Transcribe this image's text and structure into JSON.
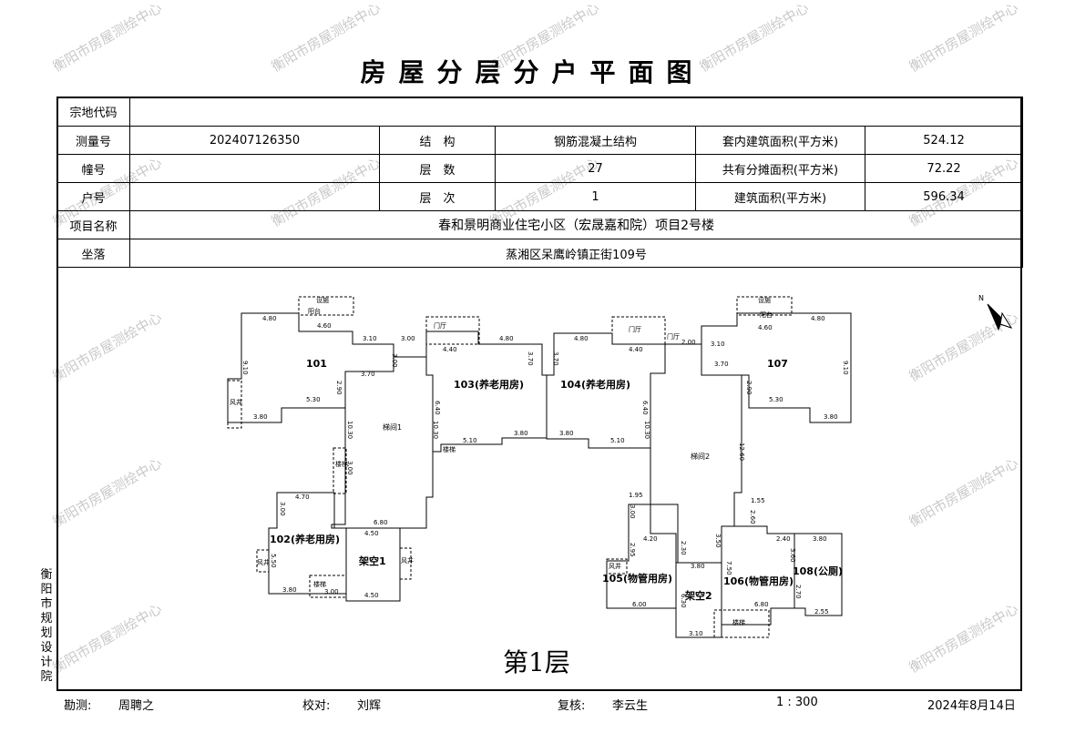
{
  "title": "房屋分层分户平面图",
  "watermark": "衡阳市房屋测绘中心",
  "table": {
    "zongdi_label": "宗地代码",
    "zongdi_value": "",
    "celianghao_label": "测量号",
    "celianghao_value": "202407126350",
    "jiegou_label": "结　构",
    "jiegou_value": "钢筋混凝土结构",
    "taonei_label": "套内建筑面积(平方米)",
    "taonei_value": "524.12",
    "zhuanghao_label": "幢号",
    "zhuanghao_value": "",
    "censhu_label": "层　数",
    "censhu_value": "27",
    "gongyou_label": "共有分摊面积(平方米)",
    "gongyou_value": "72.22",
    "huhao_label": "户号",
    "huhao_value": "",
    "cenci_label": "层　次",
    "cenci_value": "1",
    "jianzhu_label": "建筑面积(平方米)",
    "jianzhu_value": "596.34",
    "xiangmu_label": "项目名称",
    "xiangmu_value": "春和景明商业住宅小区（宏晟嘉和院）项目2号楼",
    "zuoluo_label": "坐落",
    "zuoluo_value": "蒸湘区呆鹰岭镇正街109号"
  },
  "plan": {
    "rooms": [
      "101",
      "103(养老用房)",
      "104(养老用房)",
      "107",
      "102(养老用房)",
      "架空1",
      "105(物管用房)",
      "架空2",
      "106(物管用房)",
      "108(公厕)",
      "梯间1",
      "梯间2"
    ],
    "small_labels": [
      "阳台",
      "阳台",
      "门厅",
      "门厅",
      "设施",
      "设施",
      "风井",
      "风井",
      "楼梯",
      "楼梯",
      "楼梯",
      "风井",
      "风井",
      "楼梯",
      "门厅"
    ],
    "dims": [
      "4.80",
      "4.60",
      "3.10",
      "3.00",
      "3.00",
      "9.10",
      "3.70",
      "2.90",
      "5.30",
      "3.80",
      "10.30",
      "3.00",
      "4.70",
      "3.00",
      "6.80",
      "4.50",
      "4.50",
      "5.50",
      "3.80",
      "3.00",
      "4.40",
      "4.80",
      "3.70",
      "6.40",
      "10.30",
      "5.10",
      "3.80",
      "3.70",
      "4.40",
      "4.80",
      "5.10",
      "3.80",
      "6.40",
      "10.30",
      "2.00",
      "3.10",
      "4.60",
      "4.80",
      "3.70",
      "2.90",
      "5.30",
      "3.80",
      "9.10",
      "12.60",
      "1.95",
      "3.00",
      "4.20",
      "2.95",
      "6.00",
      "2.30",
      "3.80",
      "6.30",
      "3.10",
      "3.50",
      "7.50",
      "6.80",
      "2.40",
      "3.60",
      "2.70",
      "3.80",
      "2.55",
      "2.60",
      "1.55"
    ],
    "north": "N"
  },
  "floor_label": "第1层",
  "side_text": "衡阳市规划设计院",
  "footer": {
    "kance_label": "勘测:",
    "kance_name": "周聘之",
    "jiaodui_label": "校对:",
    "jiaodui_name": "刘辉",
    "fuhe_label": "复核:",
    "fuhe_name": "李云生",
    "scale": "1 : 300",
    "date": "2024年8月14日"
  }
}
